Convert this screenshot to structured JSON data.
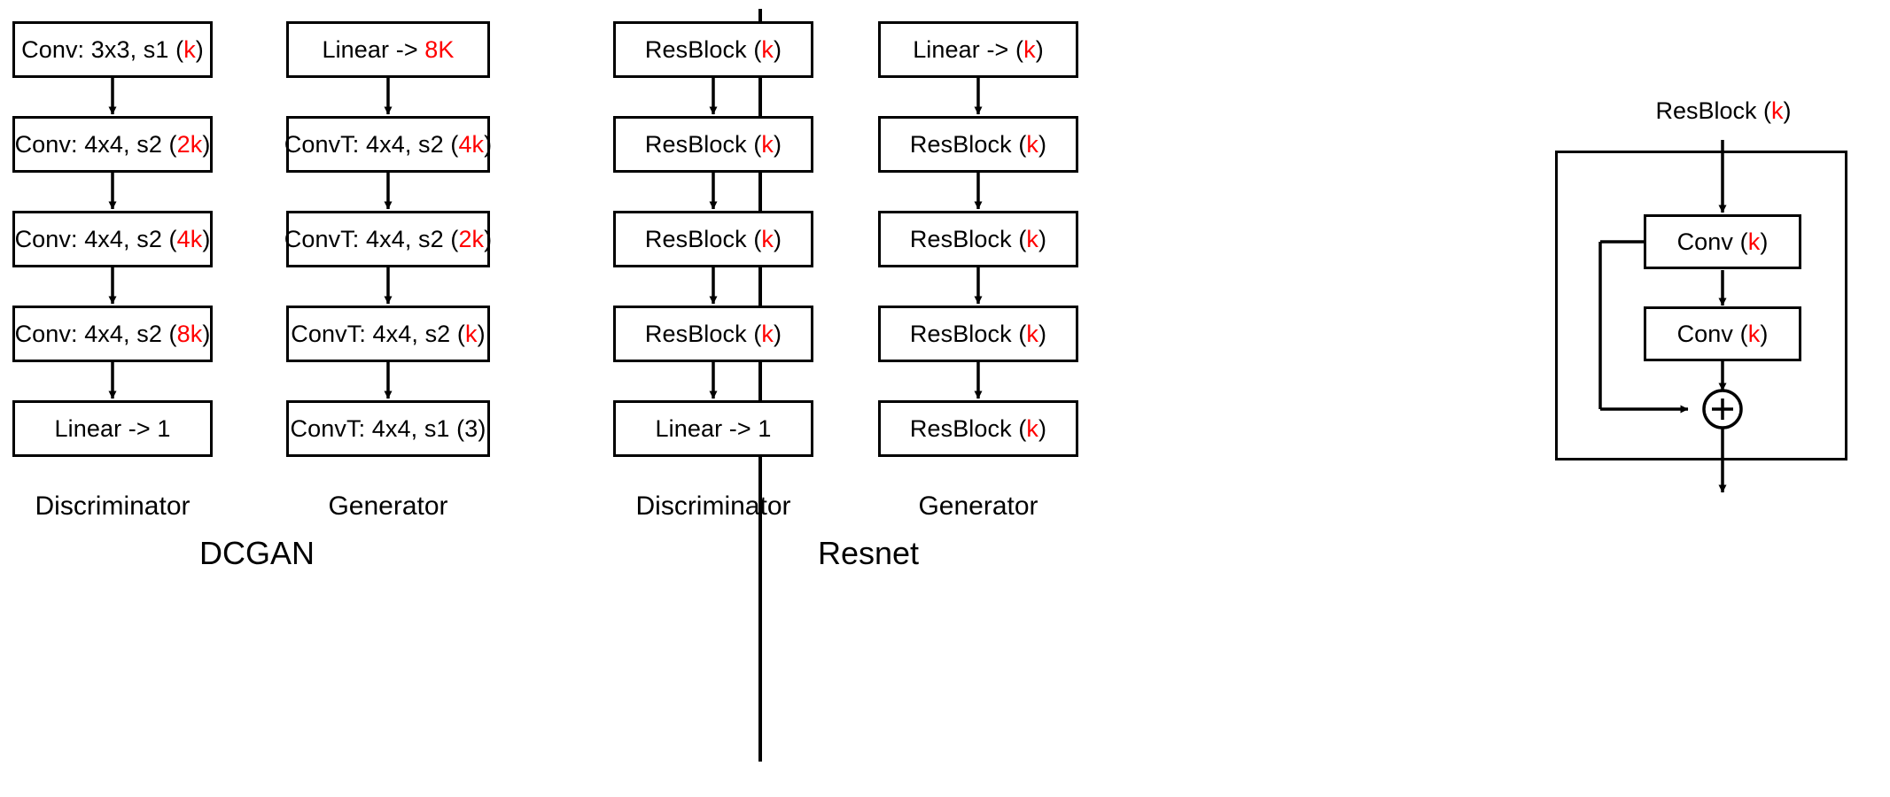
{
  "figure": {
    "background": "#ffffff",
    "line_color": "#000000",
    "accent_color": "#ff0000"
  },
  "groups": [
    {
      "title": "DCGAN"
    },
    {
      "title": "Resnet"
    }
  ],
  "columns": [
    {
      "name": "dcgan-discriminator",
      "label": "Discriminator",
      "nodes": [
        {
          "prefix": "Conv: 3x3, s1 (",
          "accent": "k",
          "suffix": ")"
        },
        {
          "prefix": "Conv: 4x4, s2 (",
          "accent": "2k",
          "suffix": ")"
        },
        {
          "prefix": "Conv: 4x4, s2 (",
          "accent": "4k",
          "suffix": ")"
        },
        {
          "prefix": "Conv: 4x4, s2 (",
          "accent": "8k",
          "suffix": ")"
        },
        {
          "prefix": "Linear -> 1",
          "accent": "",
          "suffix": ""
        }
      ]
    },
    {
      "name": "dcgan-generator",
      "label": "Generator",
      "nodes": [
        {
          "prefix": "Linear -> ",
          "accent": "8K",
          "suffix": ""
        },
        {
          "prefix": "ConvT: 4x4, s2 (",
          "accent": "4k",
          "suffix": ")"
        },
        {
          "prefix": "ConvT: 4x4, s2 (",
          "accent": "2k",
          "suffix": ")"
        },
        {
          "prefix": "ConvT: 4x4, s2 (",
          "accent": "k",
          "suffix": ")"
        },
        {
          "prefix": "ConvT: 4x4, s1 (3)",
          "accent": "",
          "suffix": ""
        }
      ]
    },
    {
      "name": "resnet-discriminator",
      "label": "Discriminator",
      "nodes": [
        {
          "prefix": "ResBlock (",
          "accent": "k",
          "suffix": ")"
        },
        {
          "prefix": "ResBlock (",
          "accent": "k",
          "suffix": ")"
        },
        {
          "prefix": "ResBlock (",
          "accent": "k",
          "suffix": ")"
        },
        {
          "prefix": "ResBlock (",
          "accent": "k",
          "suffix": ")"
        },
        {
          "prefix": "Linear -> 1",
          "accent": "",
          "suffix": ""
        }
      ]
    },
    {
      "name": "resnet-generator",
      "label": "Generator",
      "nodes": [
        {
          "prefix": "Linear -> (",
          "accent": "k",
          "suffix": ")"
        },
        {
          "prefix": "ResBlock (",
          "accent": "k",
          "suffix": ")"
        },
        {
          "prefix": "ResBlock (",
          "accent": "k",
          "suffix": ")"
        },
        {
          "prefix": "ResBlock (",
          "accent": "k",
          "suffix": ")"
        },
        {
          "prefix": "ResBlock (",
          "accent": "k",
          "suffix": ")"
        }
      ]
    }
  ],
  "resblock_detail": {
    "title_prefix": "ResBlock (",
    "title_accent": "k",
    "title_suffix": ")",
    "nodes": [
      {
        "prefix": "Conv (",
        "accent": "k",
        "suffix": ")"
      },
      {
        "prefix": "Conv (",
        "accent": "k",
        "suffix": ")"
      }
    ],
    "sum_symbol": "+"
  }
}
